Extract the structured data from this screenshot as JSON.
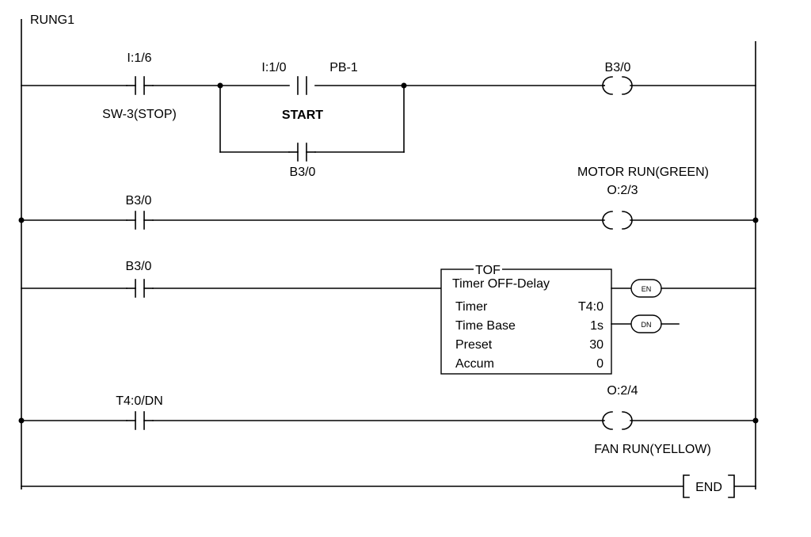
{
  "rung_label": "RUNG1",
  "rung1": {
    "stop_contact": {
      "address": "I:1/6",
      "description": "SW-3(STOP)"
    },
    "start_contact": {
      "address": "I:1/0",
      "tag": "PB-1",
      "description": "START"
    },
    "seal_contact": {
      "address": "B3/0"
    },
    "coil": {
      "address": "B3/0"
    }
  },
  "rung2": {
    "contact": {
      "address": "B3/0"
    },
    "coil": {
      "address": "O:2/3",
      "description": "MOTOR RUN(GREEN)"
    }
  },
  "rung3": {
    "contact": {
      "address": "B3/0"
    },
    "timer_block": {
      "type": "TOF",
      "title": "Timer OFF-Delay",
      "rows": [
        {
          "label": "Timer",
          "value": "T4:0"
        },
        {
          "label": "Time Base",
          "value": "1s"
        },
        {
          "label": "Preset",
          "value": "30"
        },
        {
          "label": "Accum",
          "value": "0"
        }
      ],
      "outputs": [
        "EN",
        "DN"
      ]
    }
  },
  "rung4": {
    "contact": {
      "address": "T4:0/DN"
    },
    "coil": {
      "address": "O:2/4",
      "description": "FAN RUN(YELLOW)"
    }
  },
  "end_label": "END"
}
